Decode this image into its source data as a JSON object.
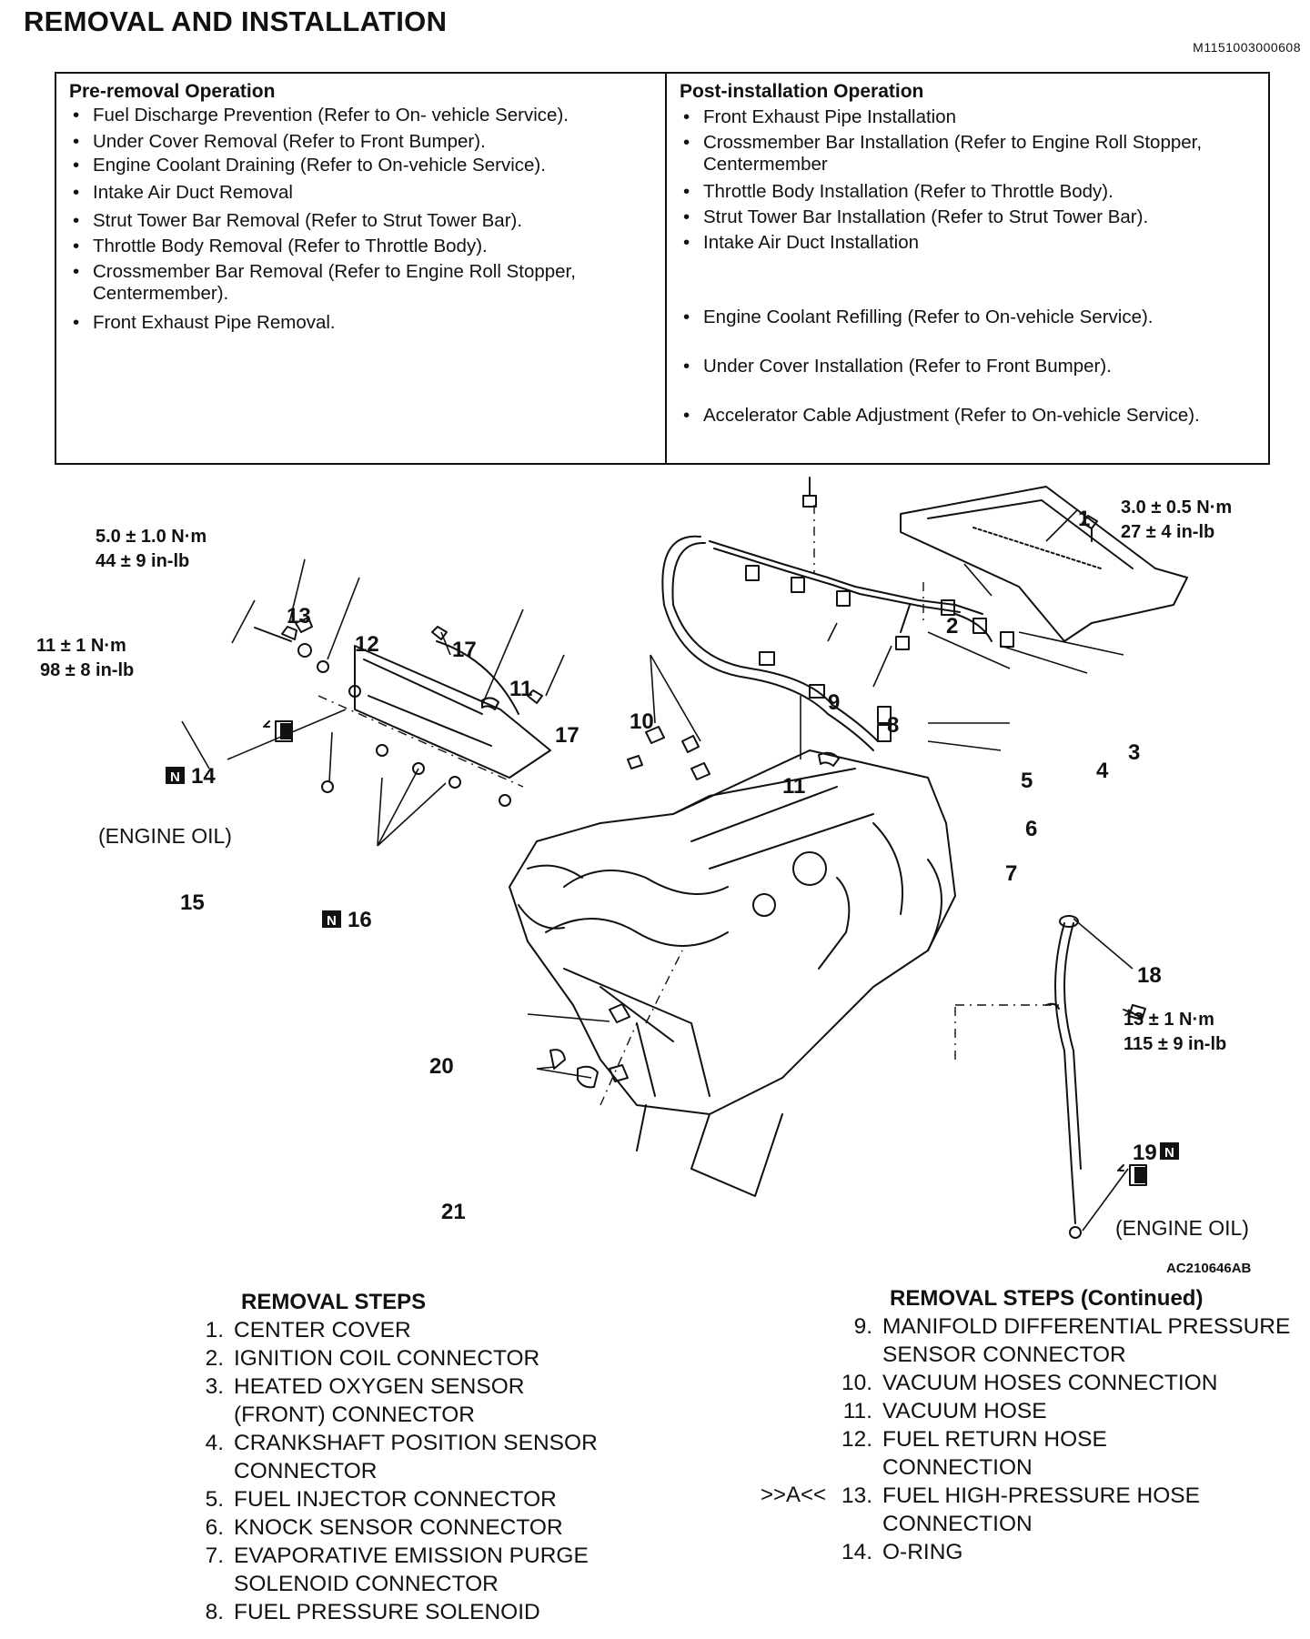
{
  "header": {
    "title": "REMOVAL AND INSTALLATION",
    "doc_id": "M1151003000608"
  },
  "pre_removal": {
    "heading": "Pre-removal Operation",
    "items": [
      "Fuel Discharge Prevention (Refer to On- vehicle Service).",
      "Under Cover Removal (Refer to Front Bumper).",
      "Engine Coolant Draining (Refer to On-vehicle Service).",
      "Intake Air Duct Removal",
      "Strut Tower Bar Removal (Refer to Strut Tower Bar).",
      "Throttle Body Removal (Refer to Throttle Body).",
      "Crossmember Bar Removal (Refer to Engine Roll Stopper, Centermember).",
      "Front Exhaust Pipe Removal."
    ]
  },
  "post_installation": {
    "heading": "Post-installation Operation",
    "items": [
      "Front Exhaust Pipe Installation",
      "Crossmember Bar Installation (Refer to Engine Roll Stopper, Centermember",
      "Throttle Body Installation (Refer to Throttle Body).",
      "Strut Tower Bar Installation (Refer to Strut Tower Bar).",
      "Intake Air Duct Installation",
      "Engine Coolant Refilling (Refer to On-vehicle Service).",
      "Under Cover Installation (Refer to Front Bumper).",
      "Accelerator Cable Adjustment (Refer to On-vehicle Service)."
    ]
  },
  "diagram": {
    "torque_1": [
      "5.0 ± 1.0 N·m",
      "44 ± 9 in-lb"
    ],
    "torque_2": [
      "11 ± 1 N·m",
      "98 ± 8 in-lb"
    ],
    "torque_3": [
      "3.0 ± 0.5 N·m",
      "27 ± 4 in-lb"
    ],
    "torque_4": [
      "13 ± 1 N·m",
      "115 ± 9 in-lb"
    ],
    "engine_oil": "(ENGINE OIL)",
    "new_part_mark": "N",
    "figure_code": "AC210646AB",
    "callouts": {
      "c1": "1",
      "c2": "2",
      "c3": "3",
      "c4": "4",
      "c5": "5",
      "c6": "6",
      "c7": "7",
      "c8": "8",
      "c9": "9",
      "c10": "10",
      "c11a": "11",
      "c11b": "11",
      "c12": "12",
      "c13": "13",
      "c14": "14",
      "c15": "15",
      "c16": "16",
      "c17a": "17",
      "c17b": "17",
      "c18": "18",
      "c19": "19",
      "c20": "20",
      "c21": "21"
    }
  },
  "steps_left": {
    "heading": "REMOVAL STEPS",
    "items": [
      {
        "num": "1.",
        "text": "CENTER COVER"
      },
      {
        "num": "2.",
        "text": "IGNITION COIL CONNECTOR"
      },
      {
        "num": "3.",
        "text": "HEATED OXYGEN SENSOR (FRONT) CONNECTOR"
      },
      {
        "num": "4.",
        "text": "CRANKSHAFT POSITION SENSOR CONNECTOR"
      },
      {
        "num": "5.",
        "text": "FUEL INJECTOR CONNECTOR"
      },
      {
        "num": "6.",
        "text": "KNOCK SENSOR CONNECTOR"
      },
      {
        "num": "7.",
        "text": "EVAPORATIVE EMISSION PURGE SOLENOID CONNECTOR"
      },
      {
        "num": "8.",
        "text": "FUEL PRESSURE SOLENOID"
      }
    ]
  },
  "steps_right": {
    "heading": "REMOVAL STEPS (Continued)",
    "marker": ">>A<<",
    "items": [
      {
        "num": "9.",
        "text": "MANIFOLD DIFFERENTIAL PRESSURE SENSOR CONNECTOR"
      },
      {
        "num": "10.",
        "text": "VACUUM HOSES CONNECTION"
      },
      {
        "num": "11.",
        "text": "VACUUM HOSE"
      },
      {
        "num": "12.",
        "text": "FUEL RETURN HOSE CONNECTION"
      },
      {
        "num": "13.",
        "text": "FUEL HIGH-PRESSURE HOSE CONNECTION"
      },
      {
        "num": "14.",
        "text": "O-RING"
      }
    ]
  }
}
